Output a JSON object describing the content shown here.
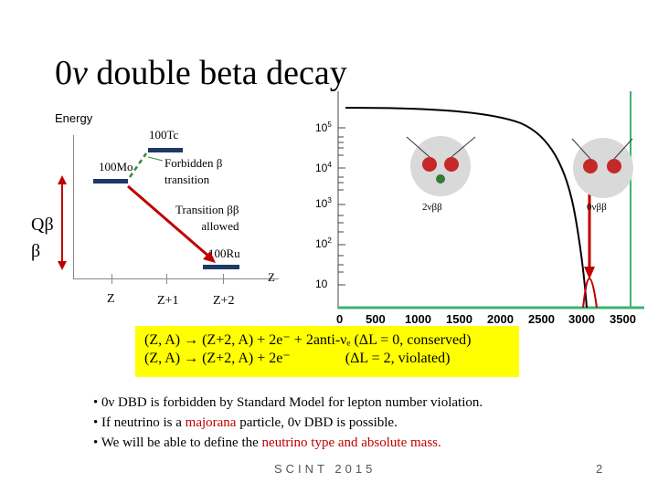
{
  "title": {
    "prefix": "0",
    "nu": "ν",
    "rest": " double beta decay"
  },
  "level_diagram": {
    "energy_label": "Energy",
    "tc_label": "100Tc",
    "mo_label": "100Mo",
    "ru_label": "100Ru",
    "forbidden_label_1": "Forbidden β",
    "forbidden_label_2": "transition",
    "allowed_label_1": "Transition ββ",
    "allowed_label_2": "allowed",
    "q_label": "Qβ",
    "beta_label": "β",
    "z_axis_label": "Z",
    "z_ticks": [
      "Z",
      "Z+1",
      "Z+2"
    ]
  },
  "spectrum": {
    "y_ticks": [
      "10",
      "10",
      "10",
      "10",
      "10"
    ],
    "y_exps": [
      "5",
      "4",
      "3",
      "2",
      ""
    ],
    "x_ticks": [
      "0",
      "500",
      "1000",
      "1500",
      "2000",
      "2500",
      "3000",
      "3500"
    ],
    "inset_left": "2νββ",
    "inset_right": "0νββ",
    "line_color": "#000000",
    "peak_color": "#c00000",
    "axis_color": "#2e8b57"
  },
  "equations": {
    "line1": "(Z, A) → (Z+2, A) + 2e⁻ + 2anti-νₑ (ΔL = 0, conserved)",
    "line2": "(Z, A) → (Z+2, A) + 2e⁻",
    "line2_right": "(ΔL = 2, violated)"
  },
  "bullets": {
    "b1": "• 0ν DBD is forbidden by Standard Model for lepton number violation.",
    "b2_a": "• If neutrino is a ",
    "b2_red": "majorana",
    "b2_b": " particle, 0ν DBD is possible.",
    "b3_a": "• We will be able to define the ",
    "b3_red": "neutrino type and absolute mass."
  },
  "footer": "SCINT 2015",
  "page_number": "2"
}
